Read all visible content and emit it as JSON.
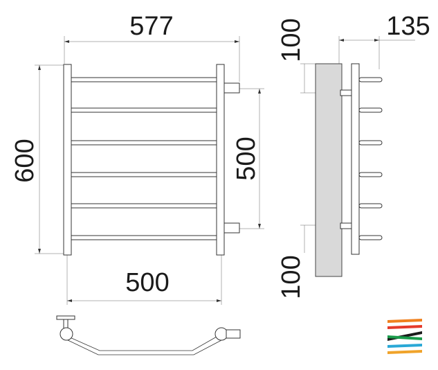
{
  "dimensions": {
    "width_top": "577",
    "height_left": "600",
    "center_distance": "500",
    "width_bottom": "500",
    "side_depth": "135",
    "side_offset_top": "100",
    "side_offset_bottom": "100"
  },
  "brand_stripe_colors": [
    "#f0801e",
    "#e53a2a",
    "#1a1a1a",
    "#1a9b4b",
    "#2aa8d6",
    "#f0a32a"
  ]
}
